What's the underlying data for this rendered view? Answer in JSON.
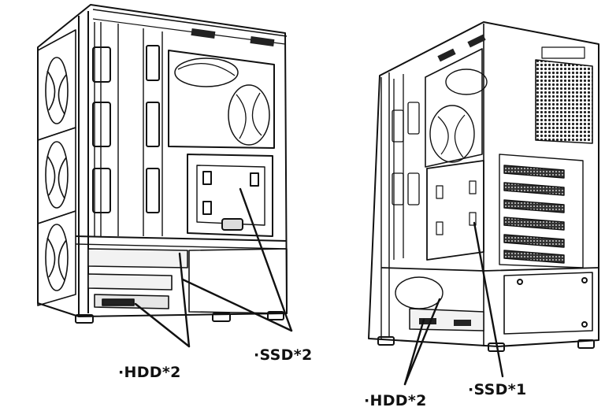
{
  "figure": {
    "left_case": {
      "ssd_label": "·SSD*2",
      "hdd_label": "·HDD*2"
    },
    "right_case": {
      "ssd_label": "·SSD*1",
      "hdd_label": "·HDD*2"
    },
    "line_color": "#111111",
    "mesh_color": "#2a2a2a"
  }
}
